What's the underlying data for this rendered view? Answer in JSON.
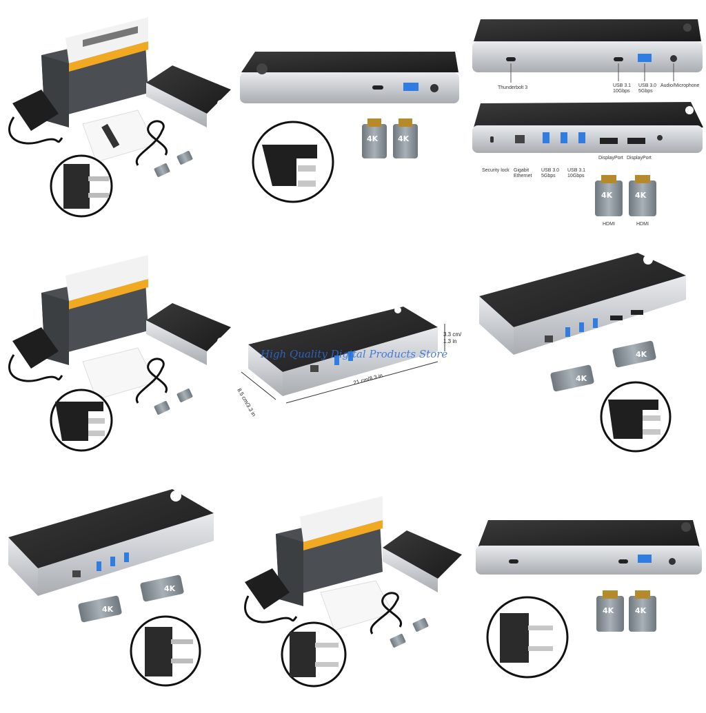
{
  "watermark": "High Quality Digital Products Store",
  "callouts_top_right": {
    "thunderbolt": "Thunderbolt 3",
    "usb31_a": "USB 3.1",
    "usb31_a_speed": "10Gbps",
    "usb30_a": "USB 3.0",
    "usb30_a_speed": "5Gbps",
    "audio": "Audio/Microphone"
  },
  "callouts_right_middle": {
    "security": "Security lock",
    "ethernet_1": "Gigabit",
    "ethernet_2": "Ethernet",
    "usb30": "USB 3.0",
    "usb30_speed": "5Gbps",
    "usb31": "USB 3.1",
    "usb31_speed": "10Gbps",
    "dp1": "DisplayPort",
    "dp2": "DisplayPort",
    "hdmi1": "HDMI",
    "hdmi2": "HDMI"
  },
  "dimensions": {
    "height": "3.3 cm/",
    "height2": "1.3 in",
    "length": "21 cm/8.3 in",
    "width": "8.5 cm/3.3 in"
  },
  "adapter_badge": "4K",
  "colors": {
    "dock_top": "#2a2a2a",
    "dock_silver": "#c9ccd0",
    "usb_blue": "#2f7de1",
    "adapter_grey": "#8d959c",
    "box_orange": "#f2a922"
  },
  "plug_types": [
    "eu-plug",
    "uk-plug",
    "uk-plug",
    "uk-plug",
    "eu-plug",
    "us-plug",
    "us-plug"
  ]
}
